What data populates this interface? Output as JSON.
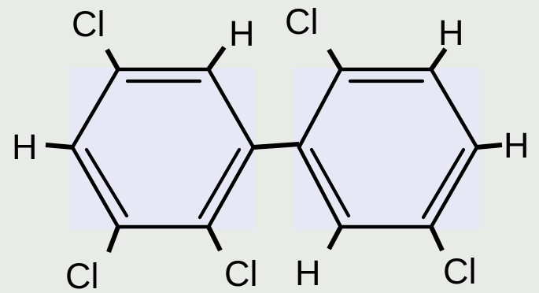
{
  "atoms": {
    "a1_cl": "Cl",
    "a1_h_top": "H",
    "a1_h_left": "H",
    "a1_cl_bl": "Cl",
    "a1_cl_br": "Cl",
    "a2_cl_top": "Cl",
    "a2_h_top": "H",
    "a2_h_right": "H",
    "a2_h_bl": "H",
    "a2_cl_br": "Cl"
  },
  "colors": {
    "background": "#e8ebe6",
    "ring_highlight": "#e6e8f6",
    "bond": "#000000"
  }
}
